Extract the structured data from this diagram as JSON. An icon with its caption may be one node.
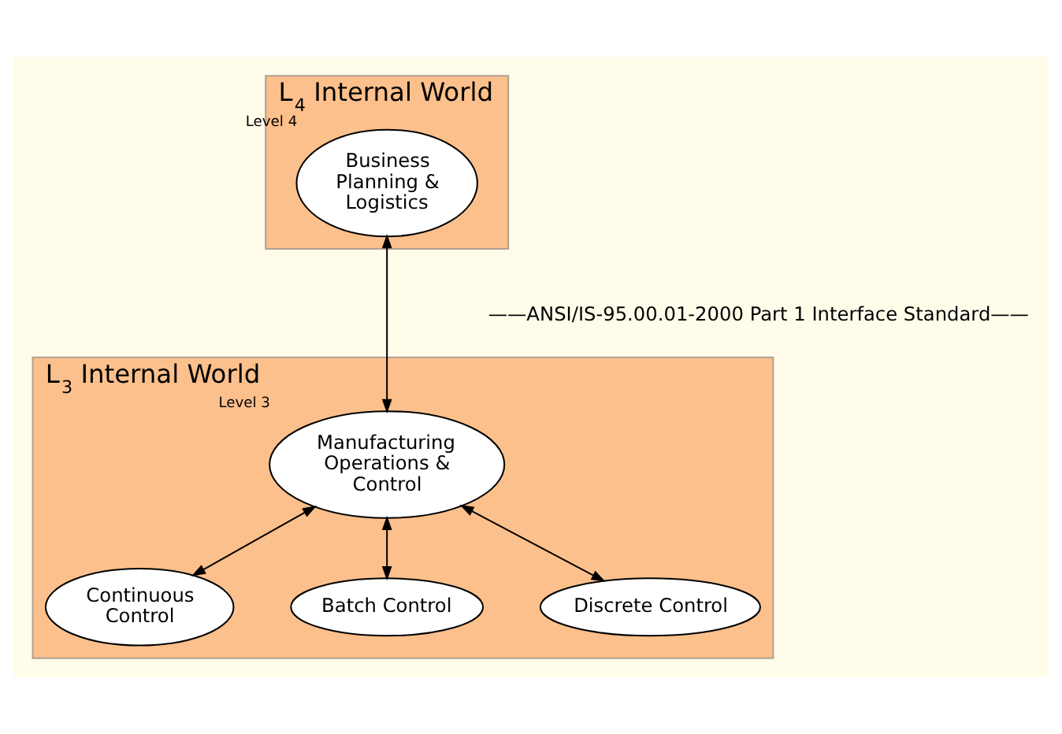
{
  "diagram": {
    "nodes": [
      {
        "text": [
          "L$_{4}$ Internal World"
        ]
      },
      {
        "text": [
          "Business Planning & Logistics"
        ],
        "in": 0,
        "beside": [
          "Level 4"
        ]
      },
      {
        "text": [
          "L$_{3}$ Internal World"
        ]
      },
      {
        "text": [
          "Manufacturing Operations & Control"
        ],
        "in": 2,
        "beside": [
          "Level 3"
        ]
      },
      {
        "text": [
          "Continuous Control"
        ],
        "in": 2
      },
      {
        "text": [
          "Batch Control"
        ],
        "in": 2
      },
      {
        "text": [
          "Discrete Control"
        ],
        "in": 2
      }
    ],
    "edges": [
      {
        "from": 1,
        "to": 3,
        "arrow": "both"
      },
      {
        "from": 3,
        "to": 4,
        "arrow": "both"
      },
      {
        "from": 3,
        "to": 5,
        "arrow": "both"
      },
      {
        "from": 3,
        "to": 6,
        "arrow": "both"
      }
    ],
    "labels": [
      "——ANSI/IS-95.00.01-2000 Part 1 Interface Standard——"
    ]
  }
}
